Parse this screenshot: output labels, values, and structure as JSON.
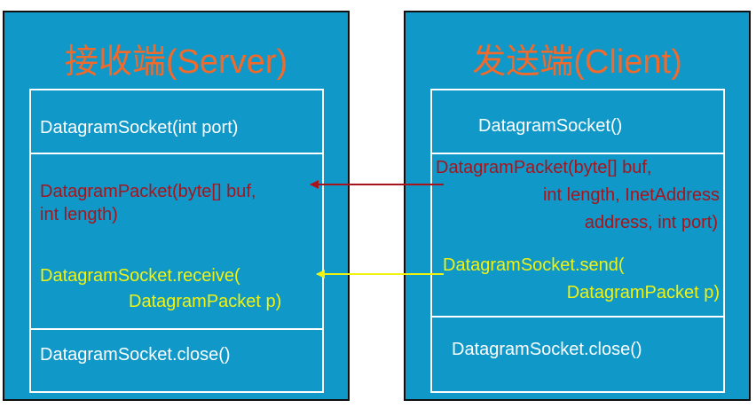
{
  "server": {
    "title": "接收端(Server)",
    "constructor": "DatagramSocket(int port)",
    "packet_line1": "DatagramPacket(byte[] buf,",
    "packet_line2": "int length)",
    "receive_line1": "DatagramSocket.receive(",
    "receive_line2": "DatagramPacket p)",
    "close": "DatagramSocket.close()"
  },
  "client": {
    "title": "发送端(Client)",
    "constructor": "DatagramSocket()",
    "packet_line1": "DatagramPacket(byte[] buf,",
    "packet_line2": "int length, InetAddress",
    "packet_line3": "address, int port)",
    "send_line1": "DatagramSocket.send(",
    "send_line2": "DatagramPacket p)",
    "close": "DatagramSocket.close()"
  },
  "colors": {
    "panel_bg": "#0f98c8",
    "title": "#f26a2b",
    "packet_text": "#a8141c",
    "io_text": "#f2f20f",
    "packet_arrow": "#a8141c",
    "io_arrow": "#f2f20f"
  }
}
